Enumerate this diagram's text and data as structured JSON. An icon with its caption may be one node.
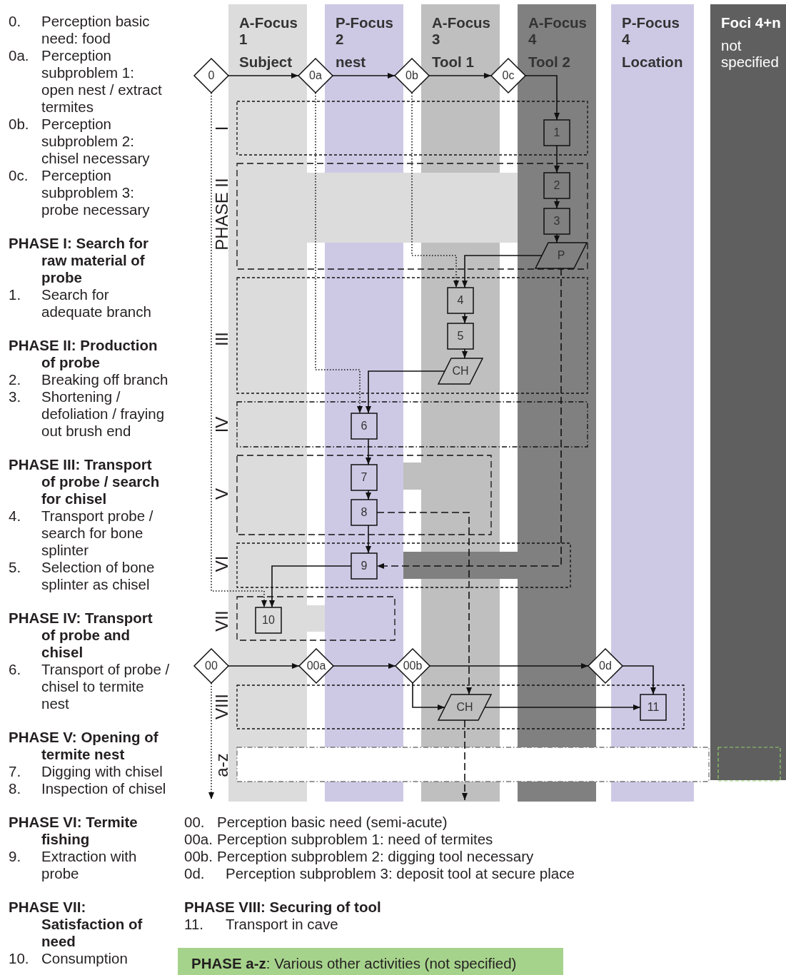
{
  "diagram": {
    "nodes": [
      {
        "text": [
          "0"
        ]
      },
      {
        "text": [
          "0a"
        ]
      },
      {
        "text": [
          "0b"
        ]
      },
      {
        "text": [
          "0c"
        ]
      },
      {
        "text": [
          "1"
        ]
      },
      {
        "text": [
          "2"
        ]
      },
      {
        "text": [
          "3"
        ]
      },
      {
        "text": [
          "P"
        ]
      },
      {
        "text": [
          "4"
        ]
      },
      {
        "text": [
          "5"
        ]
      },
      {
        "text": [
          "CH"
        ]
      },
      {
        "text": [
          "6"
        ]
      },
      {
        "text": [
          "7"
        ]
      },
      {
        "text": [
          "8"
        ]
      },
      {
        "text": [
          "9"
        ]
      },
      {
        "text": [
          "10"
        ]
      },
      {
        "text": [
          "00"
        ]
      },
      {
        "text": [
          "00a"
        ]
      },
      {
        "text": [
          "00b"
        ]
      },
      {
        "text": [
          "0d"
        ]
      },
      {
        "text": [
          "CH"
        ]
      },
      {
        "text": [
          "11"
        ]
      }
    ],
    "edges": [
      {
        "from": 0,
        "to": 1,
        "arrow": "to"
      },
      {
        "from": 1,
        "to": 2,
        "arrow": "to"
      },
      {
        "from": 2,
        "to": 3,
        "arrow": "to"
      },
      {
        "from": 3,
        "to": 4,
        "arrow": "to"
      },
      {
        "from": 4,
        "to": 5,
        "arrow": "to"
      },
      {
        "from": 5,
        "to": 6,
        "arrow": "to"
      },
      {
        "from": 6,
        "to": 7,
        "arrow": "to"
      },
      {
        "from": 7,
        "to": 8,
        "arrow": "to"
      },
      {
        "from": 8,
        "to": 9,
        "arrow": "to"
      },
      {
        "from": 9,
        "to": 10,
        "arrow": "to"
      },
      {
        "from": 10,
        "to": 11,
        "arrow": "to"
      },
      {
        "from": 11,
        "to": 12,
        "arrow": "to"
      },
      {
        "from": 12,
        "to": 13,
        "arrow": "to"
      },
      {
        "from": 13,
        "to": 14,
        "arrow": "to"
      },
      {
        "from": 14,
        "to": 15,
        "arrow": "to"
      },
      {
        "from": 0,
        "to": 15,
        "arrow": "to",
        "style": "dashed"
      },
      {
        "from": 1,
        "to": 11,
        "arrow": "to",
        "style": "dashed"
      },
      {
        "from": 2,
        "to": 8,
        "arrow": "to",
        "style": "dashed"
      },
      {
        "from": 7,
        "to": 14,
        "arrow": "to",
        "style": "dashed"
      },
      {
        "from": 13,
        "to": 20,
        "arrow": "to",
        "style": "dashed"
      },
      {
        "from": 20,
        "to": null,
        "arrow": "to",
        "style": "dashed"
      },
      {
        "from": 16,
        "to": null,
        "arrow": "to",
        "style": "dashed"
      },
      {
        "from": 16,
        "to": 17,
        "arrow": "to"
      },
      {
        "from": 17,
        "to": 18,
        "arrow": "to"
      },
      {
        "from": 18,
        "to": 19,
        "arrow": "to"
      },
      {
        "from": 19,
        "to": 21,
        "arrow": "to"
      },
      {
        "from": 18,
        "to": 20,
        "arrow": "to"
      },
      {
        "from": 20,
        "to": 21,
        "arrow": "to"
      }
    ],
    "labels": [
      "A-Focus 1",
      "Subject",
      "P-Focus 2",
      "nest",
      "A-Focus 3",
      "Tool 1",
      "A-Focus 4",
      "Tool 2",
      "P-Focus 4",
      "Location",
      "Foci 4+n",
      "not specified",
      "I",
      "PHASE II",
      "III",
      "IV",
      "V",
      "VI",
      "VII",
      "VIII",
      "a-z",
      "0.",
      "Perception basic need: food",
      "0a.",
      "Perception subproblem 1: open nest / extract termites",
      "0b.",
      "Perception subproblem 2: chisel necessary",
      "0c.",
      "Perception subproblem 3: probe necessary",
      "PHASE I: Search for raw material of probe",
      "1.",
      "Search for adequate branch",
      "PHASE II: Production of probe",
      "2.",
      "Breaking off branch",
      "3.",
      "Shortening / defoliation / fraying out brush end",
      "PHASE III: Transport of probe / search for chisel",
      "4.",
      "Transport probe / search for bone splinter",
      "5.",
      "Selection of bone splinter as chisel",
      "PHASE IV: Transport of probe and chisel",
      "6.",
      "Transport of probe / chisel to termite nest",
      "PHASE V: Opening of termite nest",
      "7.",
      "Digging with chisel",
      "8.",
      "Inspection of chisel",
      "PHASE VI: Termite fishing",
      "9.",
      "Extraction with probe",
      "PHASE VII: Satisfaction of need",
      "10.",
      "Consumption",
      "00.",
      "Perception basic need (semi-acute)",
      "00a.",
      "Perception subproblem 1: need of termites",
      "00b.",
      "Perception subproblem 2: digging tool necessary",
      "0d.",
      "Perception subproblem 3: deposit tool at secure place",
      "PHASE VIII: Securing of tool",
      "11.",
      "Transport in cave",
      "**PHASE a-z**: Various other activities (not specified)"
    ]
  }
}
